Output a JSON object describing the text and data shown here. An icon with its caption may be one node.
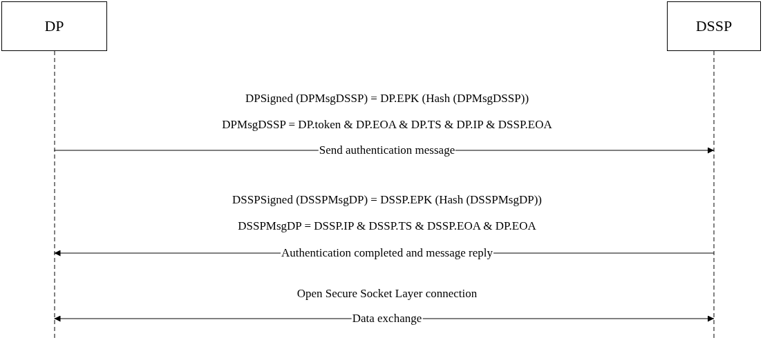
{
  "diagram": {
    "nodes": [
      {
        "text": [
          "DP"
        ]
      },
      {
        "text": [
          "DSSP"
        ]
      }
    ],
    "edges": [
      {
        "from": 0,
        "to": 1,
        "arrow": "to",
        "label": "Send authentication message"
      },
      {
        "from": 1,
        "to": 0,
        "arrow": "to",
        "label": "Authentication completed and message reply"
      },
      {
        "from": 0,
        "to": 1,
        "arrow": "both",
        "label": "Data exchange"
      }
    ],
    "labels": [
      "DPSigned (DPMsgDSSP) = DP.EPK (Hash (DPMsgDSSP))",
      "DPMsgDSSP = DP.token & DP.EOA & DP.TS & DP.IP & DSSP.EOA",
      "DSSPSigned (DSSPMsgDP) = DSSP.EPK (Hash (DSSPMsgDP))",
      "DSSPMsgDP = DSSP.IP & DSSP.TS & DSSP.EOA & DP.EOA",
      "Open Secure Socket Layer connection"
    ]
  }
}
